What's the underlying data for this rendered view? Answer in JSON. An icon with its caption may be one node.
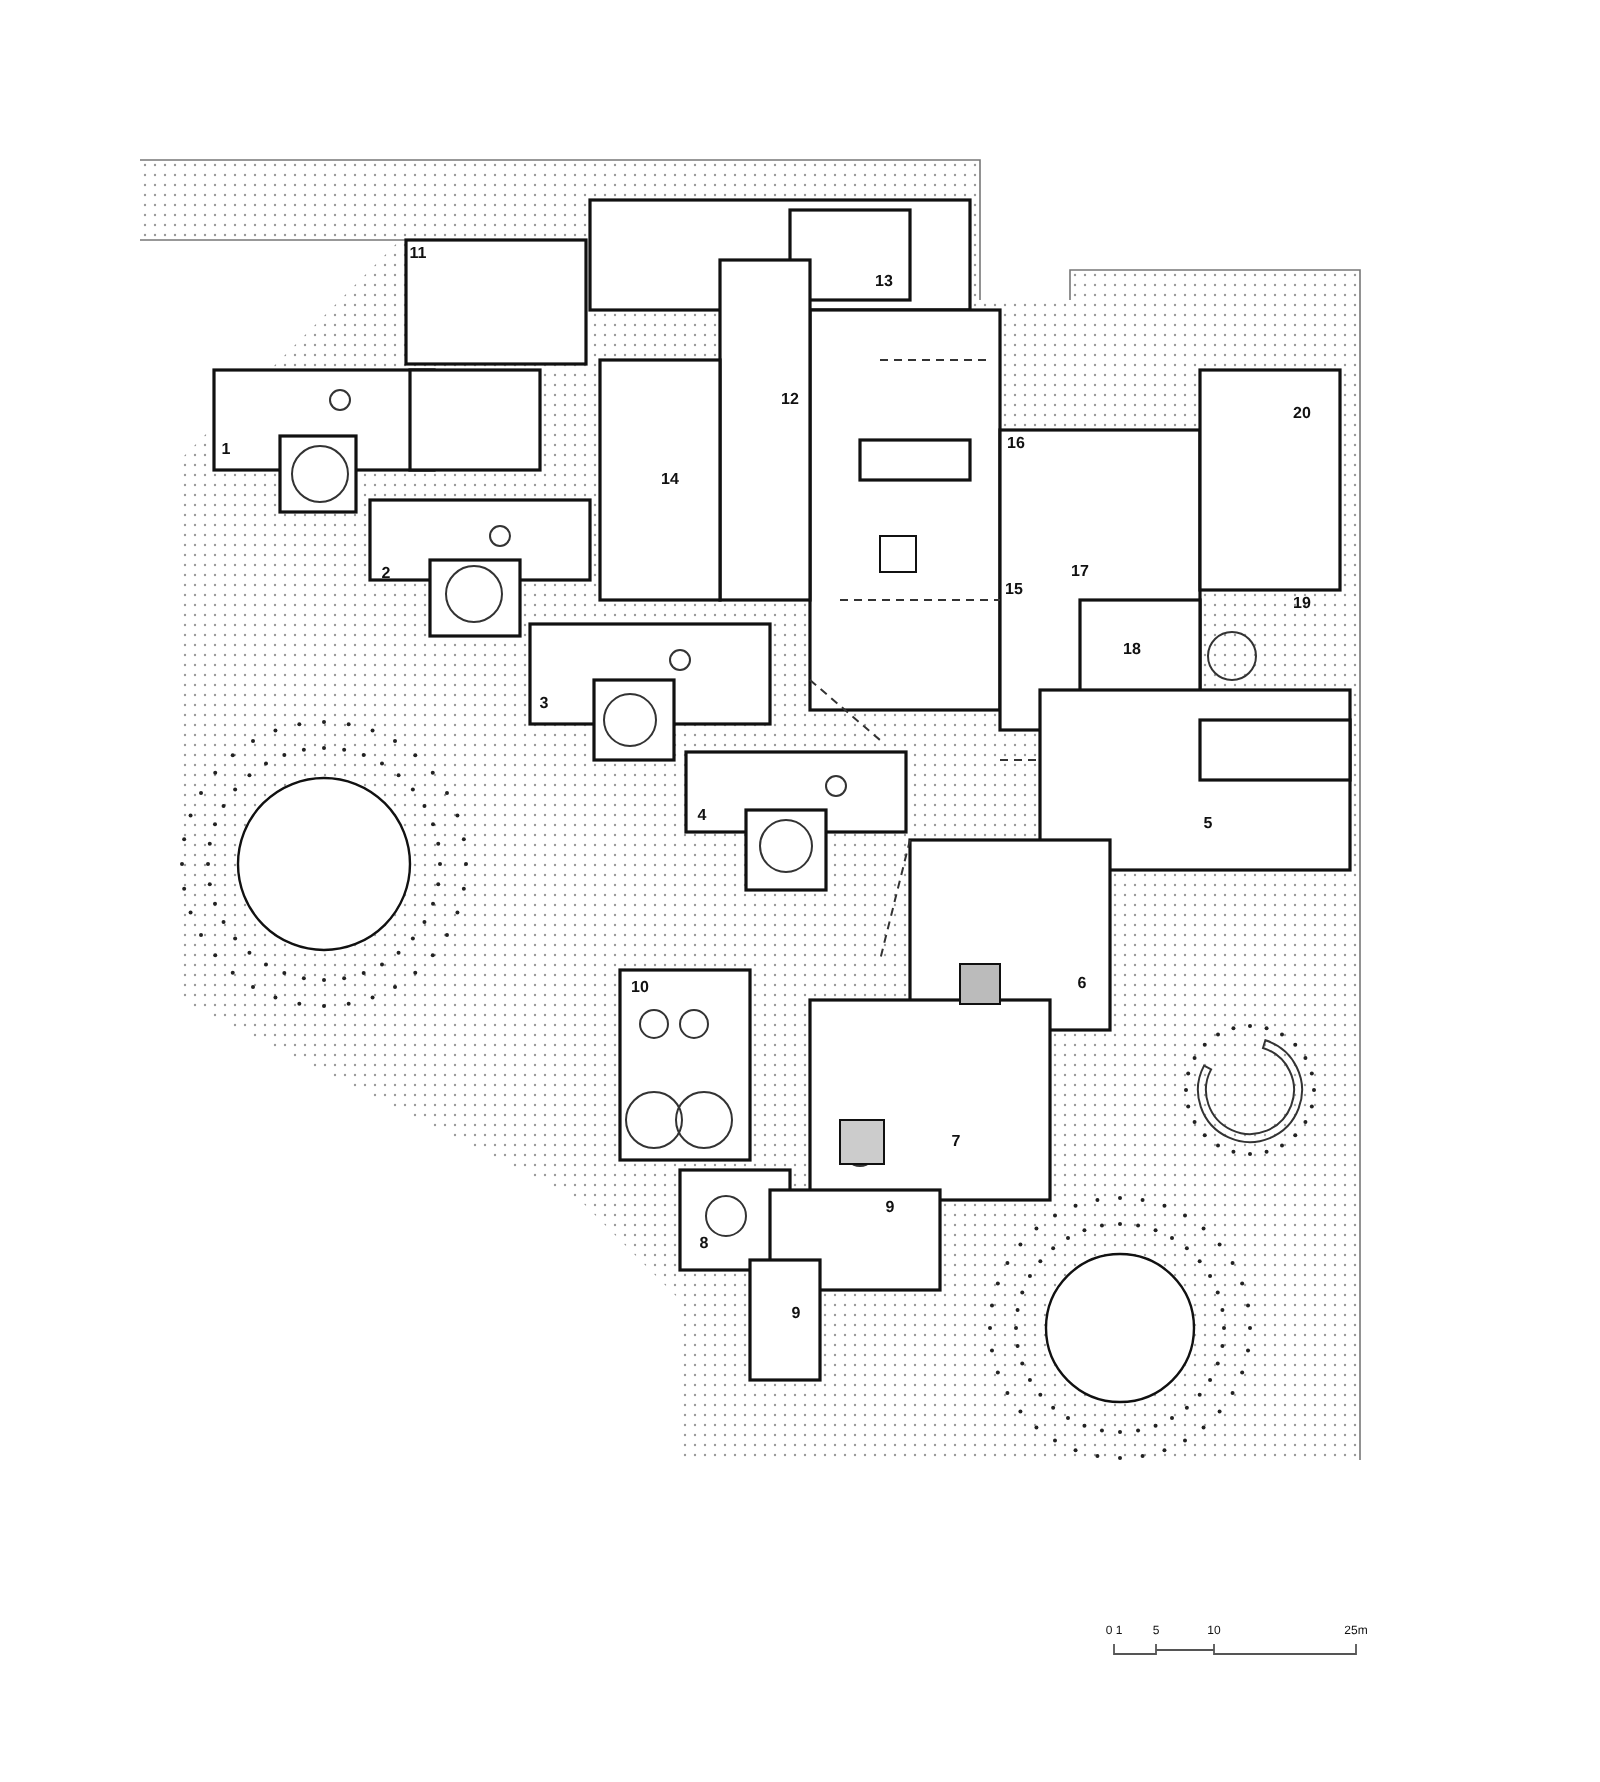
{
  "diagram": {
    "labels": [
      "11",
      "13",
      "12",
      "16",
      "20",
      "1",
      "14",
      "17",
      "15",
      "2",
      "19",
      "18",
      "3",
      "5",
      "4",
      "10",
      "6",
      "7",
      "9",
      "8",
      "9",
      "0 1",
      "5",
      "10",
      "25m"
    ]
  }
}
